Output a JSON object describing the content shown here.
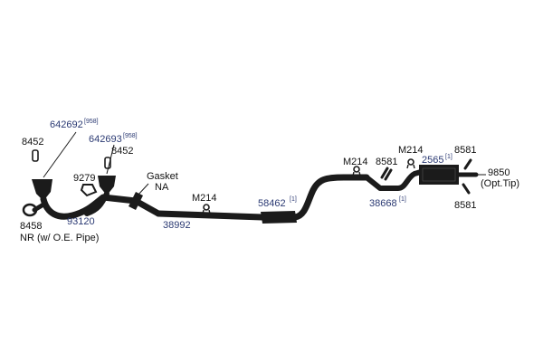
{
  "labels": {
    "p642692": "642692",
    "p642692_note": "[958]",
    "p642693": "642693",
    "p642693_note": "[958]",
    "p8452_left": "8452",
    "p8452_right": "8452",
    "p9279": "9279",
    "p8458": "8458",
    "nr_note": "NR (w/ O.E. Pipe)",
    "p93120": "93120",
    "gasket": "Gasket",
    "gasket_na": "NA",
    "m214_left": "M214",
    "p38992": "38992",
    "p58462": "58462",
    "p58462_note": "[1]",
    "m214_mid": "M214",
    "p8581_left": "8581",
    "m214_right": "M214",
    "p2565": "2565",
    "p2565_note": "[1]",
    "p38668": "38668",
    "p38668_note": "[1]",
    "p8581_top": "8581",
    "p9850": "9850",
    "opt_tip": "(Opt.Tip)",
    "p8581_bottom": "8581"
  },
  "colors": {
    "pipe": "#1b1b1b",
    "part_number": "#2b3a73",
    "text": "#111111"
  }
}
